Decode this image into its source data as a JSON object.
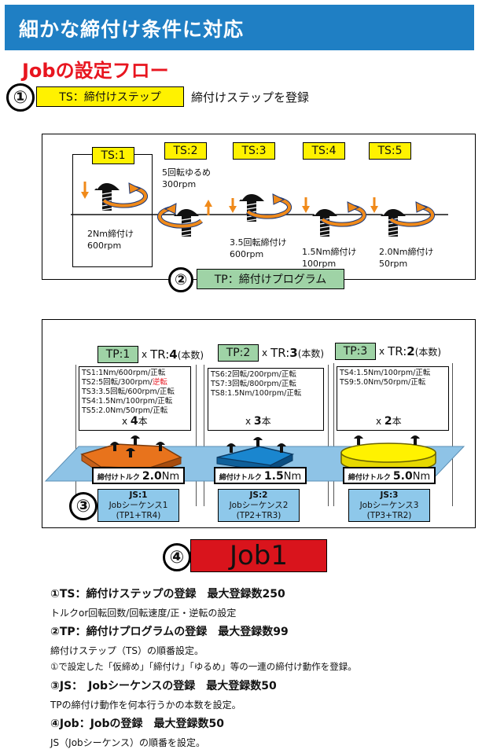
{
  "header": {
    "title": "細かな締付け条件に対応"
  },
  "flow_title": "Jobの設定フロー",
  "step1": {
    "num": "①",
    "label": "TS：締付けステップ",
    "desc": "締付けステップを登録"
  },
  "ts_steps": [
    {
      "label": "TS:1",
      "desc1": "2Nm締付け",
      "desc2": "600rpm"
    },
    {
      "label": "TS:2",
      "desc1": "5回転ゆるめ",
      "desc2": "300rpm"
    },
    {
      "label": "TS:3",
      "desc1": "3.5回転締付け",
      "desc2": "600rpm"
    },
    {
      "label": "TS:4",
      "desc1": "1.5Nm締付け",
      "desc2": "100rpm"
    },
    {
      "label": "TS:5",
      "desc1": "2.0Nm締付け",
      "desc2": "50rpm"
    }
  ],
  "step2": {
    "num": "②",
    "label": "TP：締付けプログラム"
  },
  "tp_groups": [
    {
      "tp": "TP:1",
      "x": "x",
      "tr_prefix": "TR:",
      "tr_num": "4",
      "tr_unit": "(本数)",
      "lines": [
        "TS1:1Nm/600rpm/正転",
        "TS2:5回転/300rpm/",
        "TS3:3.5回転/600rpm/正転",
        "TS4:1.5Nm/100rpm/正転",
        "TS5:2.0Nm/50rpm/正転"
      ],
      "line2_red": "逆転",
      "count_x": "x ",
      "count_num": "4",
      "count_unit": "本",
      "torque_label": "締付けトルク",
      "torque_value": "2.0",
      "torque_unit": "Nm",
      "js": "JS:1",
      "js_name": "Jobシーケンス1",
      "js_sub": "(TP1+TR4)"
    },
    {
      "tp": "TP:2",
      "x": "x",
      "tr_prefix": "TR:",
      "tr_num": "3",
      "tr_unit": "(本数)",
      "lines": [
        "TS6:2回転/200rpm/正転",
        "TS7:3回転/800rpm/正転",
        "TS8:1.5Nm/100rpm/正転"
      ],
      "count_x": "x ",
      "count_num": "3",
      "count_unit": "本",
      "torque_label": "締付けトルク",
      "torque_value": "1.5",
      "torque_unit": "Nm",
      "js": "JS:2",
      "js_name": "Jobシーケンス2",
      "js_sub": "(TP2+TR3)"
    },
    {
      "tp": "TP:3",
      "x": "x",
      "tr_prefix": "TR:",
      "tr_num": "2",
      "tr_unit": "(本数)",
      "lines": [
        "TS4:1.5Nm/100rpm/正転",
        "TS9:5.0Nm/50rpm/正転"
      ],
      "count_x": "x ",
      "count_num": "2",
      "count_unit": "本",
      "torque_label": "締付けトルク",
      "torque_value": "5.0",
      "torque_unit": "Nm",
      "js": "JS:3",
      "js_name": "Jobシーケンス3",
      "js_sub": "(TP3+TR2)"
    }
  ],
  "step3": {
    "num": "③"
  },
  "step4": {
    "num": "④",
    "label": "Job1"
  },
  "descriptions": [
    {
      "title": "①TS：締付けステップの登録　最大登録数250",
      "lines": [
        "トルクor回転回数/回転速度/正・逆転の設定"
      ]
    },
    {
      "title": "②TP：締付けプログラムの登録　最大登録数99",
      "lines": [
        "締付けステップ（TS）の順番設定。",
        "①で設定した「仮締め」「締付け」「ゆるめ」等の一連の締付け動作を登録。"
      ]
    },
    {
      "title": "③JS：　Jobシーケンスの登録　最大登録数50",
      "lines": [
        "TPの締付け動作を何本行うかの本数を設定。"
      ]
    },
    {
      "title": "④Job：Jobの登録　最大登録数50",
      "lines": [
        "JS（Jobシーケンス）の順番を設定。"
      ]
    }
  ],
  "colors": {
    "header": "#1f7fc4",
    "flow_title": "#e8151f",
    "ts_label": "#fff200",
    "tp_label": "#9fd3a6",
    "job": "#d9141c",
    "js_box": "#8ec8ea",
    "plane": "#8ec3e6",
    "orange": "#e8731c",
    "blue": "#1a86cf",
    "yellow": "#fff200",
    "arrow": "#f08a1a"
  }
}
